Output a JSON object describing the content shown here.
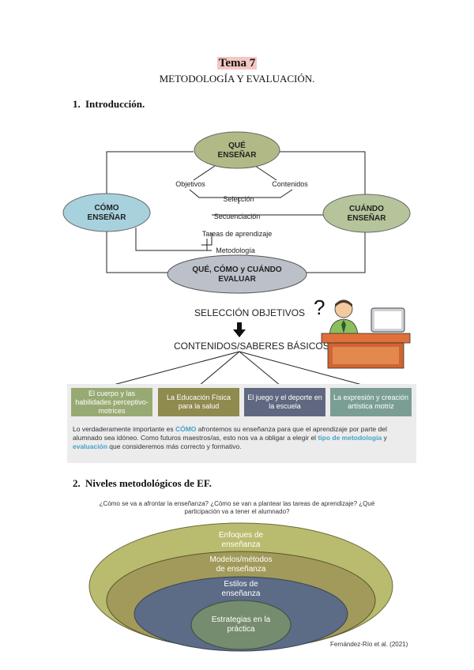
{
  "header": {
    "topic": "Tema 7",
    "subtitle": "METODOLOGÍA Y EVALUACIÓN."
  },
  "section1": {
    "number": "1.",
    "title": "Introducción."
  },
  "diagram1": {
    "que_l1": "QUÉ",
    "que_l2": "ENSEÑAR",
    "como_l1": "CÓMO",
    "como_l2": "ENSEÑAR",
    "cuando_l1": "CUÁNDO",
    "cuando_l2": "ENSEÑAR",
    "evaluar_l1": "QUÉ, CÓMO y CUÁNDO",
    "evaluar_l2": "EVALUAR",
    "objetivos": "Objetivos",
    "contenidos": "Contenidos",
    "seleccion": "Selección",
    "secuenciacion": "Secuenciación",
    "tareas": "Tareas de aprendizaje",
    "metodologia": "Metodología"
  },
  "diagram2": {
    "seleccion_objetivos": "SELECCIÓN OBJETIVOS",
    "contenidos_saberes": "CONTENIDOS/SABERES BÁSICOS",
    "question_mark": "?",
    "boxes": [
      {
        "label": "El cuerpo y las habilidades perceptivo-motrices",
        "color": "#98aa73"
      },
      {
        "label": "La Educación Física para la salud",
        "color": "#8f8a4e"
      },
      {
        "label": "El juego y el deporte en la escuela",
        "color": "#5f6880"
      },
      {
        "label": "La expresión y creación artística motriz",
        "color": "#7a9e94"
      }
    ],
    "para_1": "Lo verdaderamente importante es ",
    "para_hl1": "CÓMO",
    "para_2": " afrontemos su enseñanza para que el aprendizaje por parte del alumnado sea idóneo. Como futuros maestros/as, esto nos va a obligar a elegir el ",
    "para_hl2": "tipo de metodología",
    "para_3": " y ",
    "para_hl3": "evaluación",
    "para_4": " que consideremos más correcto y formativo."
  },
  "section2": {
    "number": "2.",
    "title": "Niveles metodológicos de EF."
  },
  "diagram3": {
    "question": "¿Cómo se va a afrontar la enseñanza? ¿Cómo se van a plantear las tareas de aprendizaje? ¿Qué participación va a tener el alumnado?",
    "level1_l1": "Enfoques de",
    "level1_l2": "enseñanza",
    "level2_l1": "Modelos/métodos",
    "level2_l2": "de enseñanza",
    "level3_l1": "Estilos de",
    "level3_l2": "enseñanza",
    "level4_l1": "Estrategias en la",
    "level4_l2": "práctica",
    "citation": "Fernández-Río et al. (2021)"
  }
}
